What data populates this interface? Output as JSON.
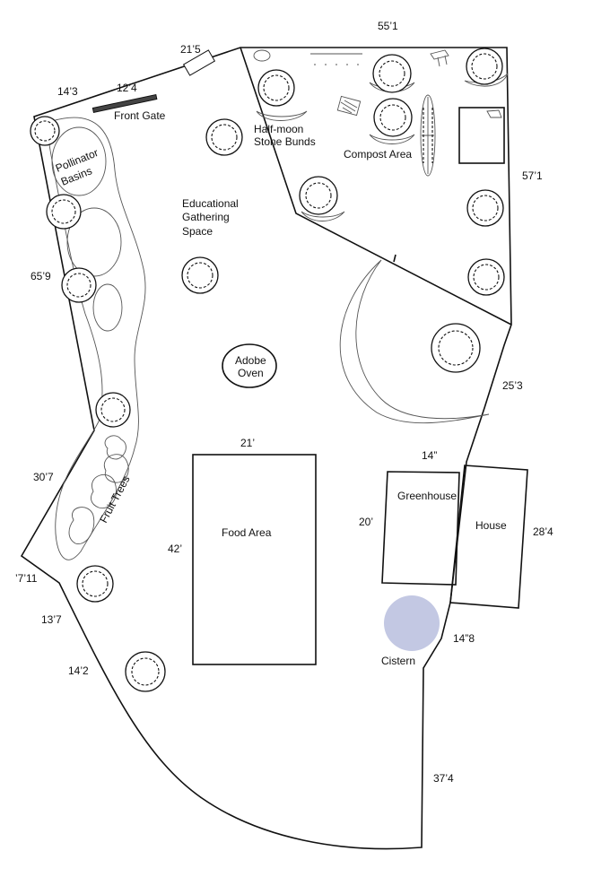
{
  "dimensions": {
    "top_edge": "55’1",
    "gate_segment": "21’5",
    "corner_left": "14’3",
    "front_gate_width": "12’4",
    "right_upper": "57’1",
    "left_upper": "65’9",
    "right_middle": "25’3",
    "left_middle": "30’7",
    "left_jog": "’7’11",
    "left_lower": "13’7",
    "left_bottom": "14’2",
    "food_top": "21’",
    "food_side": "42’",
    "greenhouse_top": "14”",
    "greenhouse_side": "20’",
    "house_side": "28’4",
    "house_lower": "14”8",
    "right_bottom": "37’4"
  },
  "areas": {
    "front_gate": "Front Gate",
    "pollinator_line1": "Pollinator",
    "pollinator_line2": "Basins",
    "half_moon_line1": "Half-moon",
    "half_moon_line2": "Stone Bunds",
    "compost": "Compost Area",
    "educational_line1": "Educational",
    "educational_line2": "Gathering",
    "educational_line3": "Space",
    "adobe_line1": "Adobe",
    "adobe_line2": "Oven",
    "fruit_trees": "Fruit Trees",
    "food_area": "Food Area",
    "greenhouse": "Greenhouse",
    "house": "House",
    "cistern": "Cistern"
  },
  "colors": {
    "cistern_fill": "#c3c8e3",
    "line": "#111111"
  }
}
